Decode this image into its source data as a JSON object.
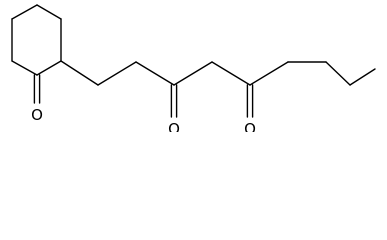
{
  "molecule": {
    "atoms": [
      {
        "id": "c1",
        "symbol": "C"
      },
      {
        "id": "c2",
        "symbol": "C"
      },
      {
        "id": "c3",
        "symbol": "C"
      },
      {
        "id": "c4",
        "symbol": "C"
      },
      {
        "id": "c5",
        "symbol": "C"
      },
      {
        "id": "c6",
        "symbol": "C"
      },
      {
        "id": "o1",
        "symbol": "O",
        "label": "O"
      },
      {
        "id": "c7",
        "symbol": "C"
      },
      {
        "id": "c8",
        "symbol": "C"
      },
      {
        "id": "c9",
        "symbol": "C"
      },
      {
        "id": "o2",
        "symbol": "O",
        "label": "O"
      },
      {
        "id": "c10",
        "symbol": "C"
      },
      {
        "id": "c11",
        "symbol": "C"
      },
      {
        "id": "o3",
        "symbol": "O",
        "label": "O"
      },
      {
        "id": "c12",
        "symbol": "C"
      },
      {
        "id": "c13",
        "symbol": "C"
      },
      {
        "id": "c14",
        "symbol": "C"
      },
      {
        "id": "c15",
        "symbol": "C"
      }
    ],
    "bonds": [
      {
        "from": "c1",
        "to": "c2",
        "order": 1
      },
      {
        "from": "c2",
        "to": "c3",
        "order": 1
      },
      {
        "from": "c3",
        "to": "c4",
        "order": 1
      },
      {
        "from": "c4",
        "to": "c5",
        "order": 1
      },
      {
        "from": "c5",
        "to": "c6",
        "order": 1
      },
      {
        "from": "c6",
        "to": "c1",
        "order": 1
      },
      {
        "from": "c5",
        "to": "o1",
        "order": 2
      },
      {
        "from": "c6",
        "to": "c7",
        "order": 1
      },
      {
        "from": "c7",
        "to": "c8",
        "order": 1
      },
      {
        "from": "c8",
        "to": "c9",
        "order": 1
      },
      {
        "from": "c9",
        "to": "o2",
        "order": 2
      },
      {
        "from": "c9",
        "to": "c10",
        "order": 1
      },
      {
        "from": "c10",
        "to": "c11",
        "order": 1
      },
      {
        "from": "c11",
        "to": "o3",
        "order": 2
      },
      {
        "from": "c11",
        "to": "c12",
        "order": 1
      },
      {
        "from": "c12",
        "to": "c13",
        "order": 1
      },
      {
        "from": "c13",
        "to": "c14",
        "order": 1
      },
      {
        "from": "c14",
        "to": "c15",
        "order": 1
      }
    ]
  }
}
